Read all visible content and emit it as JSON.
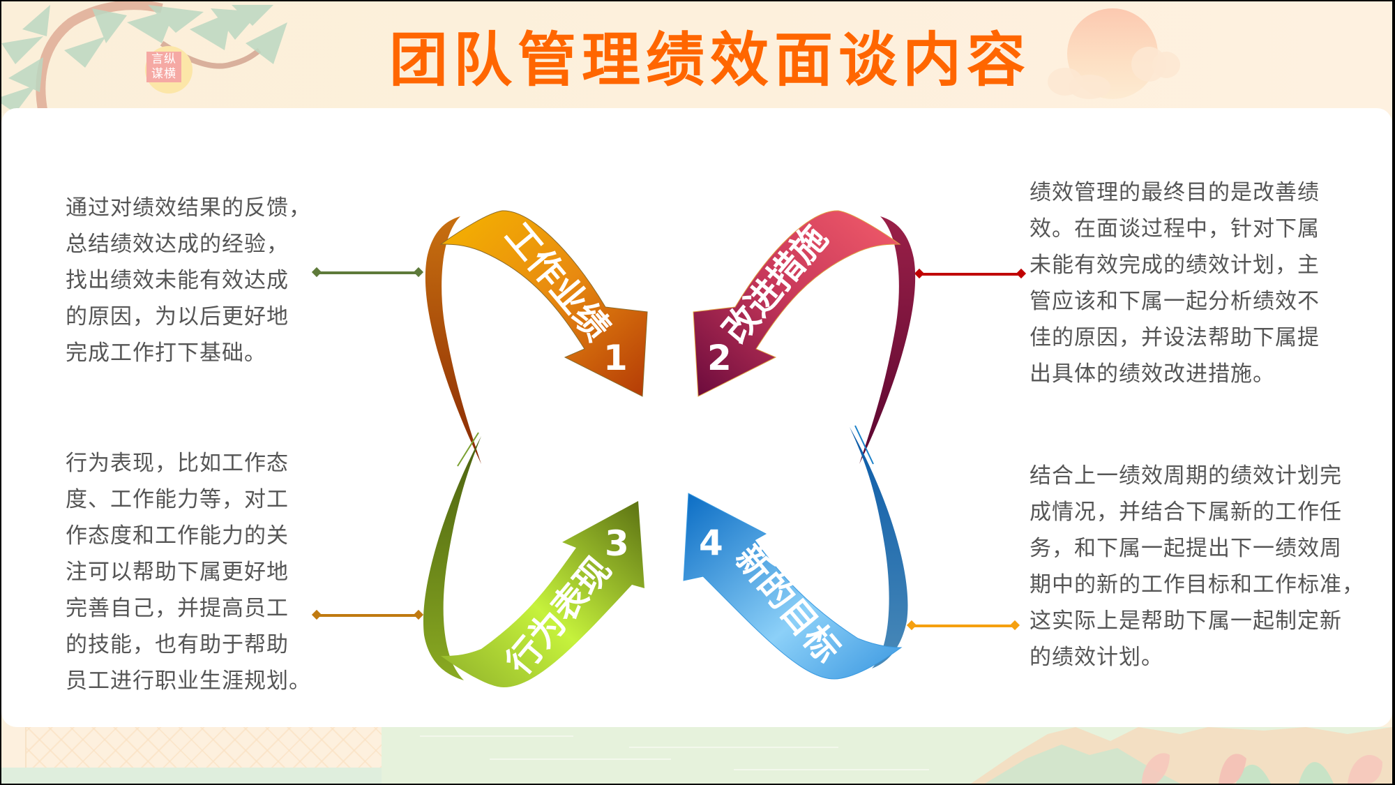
{
  "slide": {
    "title": "团队管理绩效面谈内容",
    "seal": {
      "chars": [
        "言",
        "纵",
        "谋",
        "横"
      ]
    },
    "colors": {
      "title": "#ff6600",
      "text": "#555555",
      "arrow1": [
        "#f5b400",
        "#e88a10",
        "#b33a06"
      ],
      "arrow2": [
        "#f25c6a",
        "#c8385a",
        "#6a0a3c"
      ],
      "arrow3": [
        "#5a7012",
        "#8fb02a",
        "#c6f23c"
      ],
      "arrow4": [
        "#0a6cc4",
        "#3a97e0",
        "#8cd0f8"
      ],
      "connector_topleft": "#5e7a3a",
      "connector_topright": "#c00000",
      "connector_bottomleft": "#c07a10",
      "connector_bottomright": "#f5a010"
    }
  },
  "arrows": [
    {
      "number": "1",
      "label": "工作业绩"
    },
    {
      "number": "2",
      "label": "改进措施"
    },
    {
      "number": "3",
      "label": "行为表现"
    },
    {
      "number": "4",
      "label": "新的目标"
    }
  ],
  "descriptions": {
    "top_left": {
      "lines": [
        "通过对绩效结果的反馈，",
        "总结绩效达成的经验，",
        "找出绩效未能有效达成",
        "的原因，为以后更好地",
        "完成工作打下基础。"
      ]
    },
    "top_right": {
      "lines": [
        "绩效管理的最终目的是改善绩",
        "效。在面谈过程中，针对下属",
        "未能有效完成的绩效计划，主",
        "管应该和下属一起分析绩效不",
        "佳的原因，并设法帮助下属提",
        "出具体的绩效改进措施。"
      ]
    },
    "bottom_left": {
      "lines": [
        "行为表现，比如工作态",
        "度、工作能力等，对工",
        "作态度和工作能力的关",
        "注可以帮助下属更好地",
        "完善自己，并提高员工",
        "的技能，也有助于帮助",
        "员工进行职业生涯规划。"
      ]
    },
    "bottom_right": {
      "lines": [
        "结合上一绩效周期的绩效计划完",
        "成情况，并结合下属新的工作任",
        "务，和下属一起提出下一绩效周",
        "期中的新的工作目标和工作标准，",
        "这实际上是帮助下属一起制定新",
        "的绩效计划。"
      ]
    }
  }
}
